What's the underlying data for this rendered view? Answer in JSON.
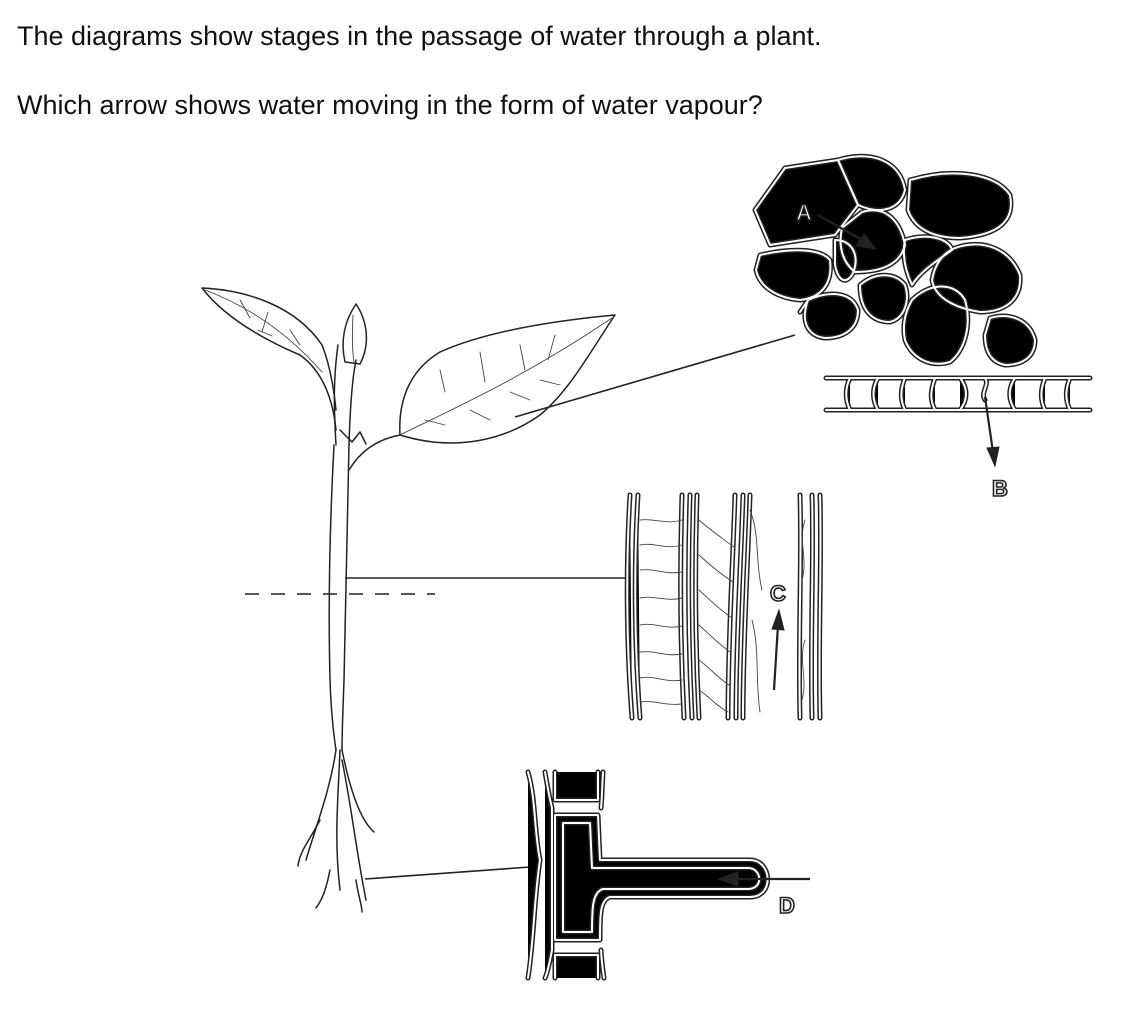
{
  "question": {
    "line1": "The diagrams show stages in the passage of water through a plant.",
    "line2": "Which arrow shows water moving in the form of water vapour?"
  },
  "labels": {
    "a": "A",
    "b": "B",
    "c": "C",
    "d": "D"
  }
}
